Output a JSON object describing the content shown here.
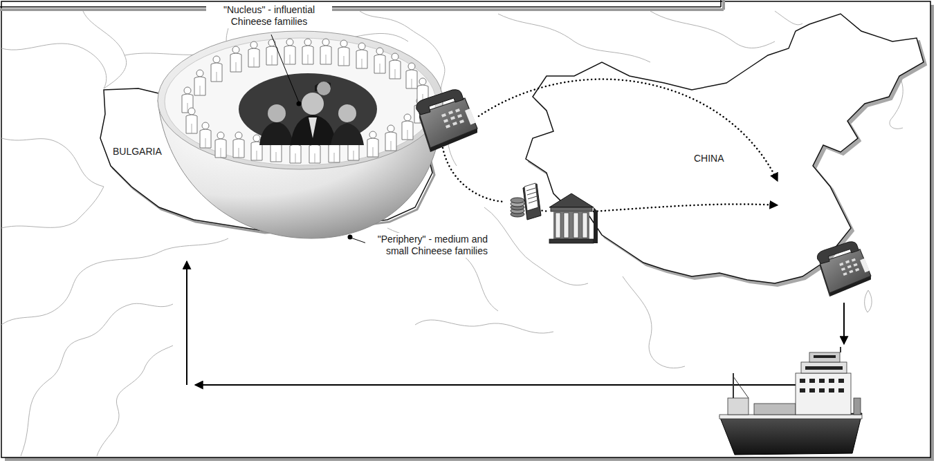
{
  "diagram": {
    "labels": [
      "\"Nucleus\" - influential Chineese families",
      "\"Periphery\" - medium and small Chineese families",
      "BULGARIA",
      "CHINA"
    ]
  }
}
